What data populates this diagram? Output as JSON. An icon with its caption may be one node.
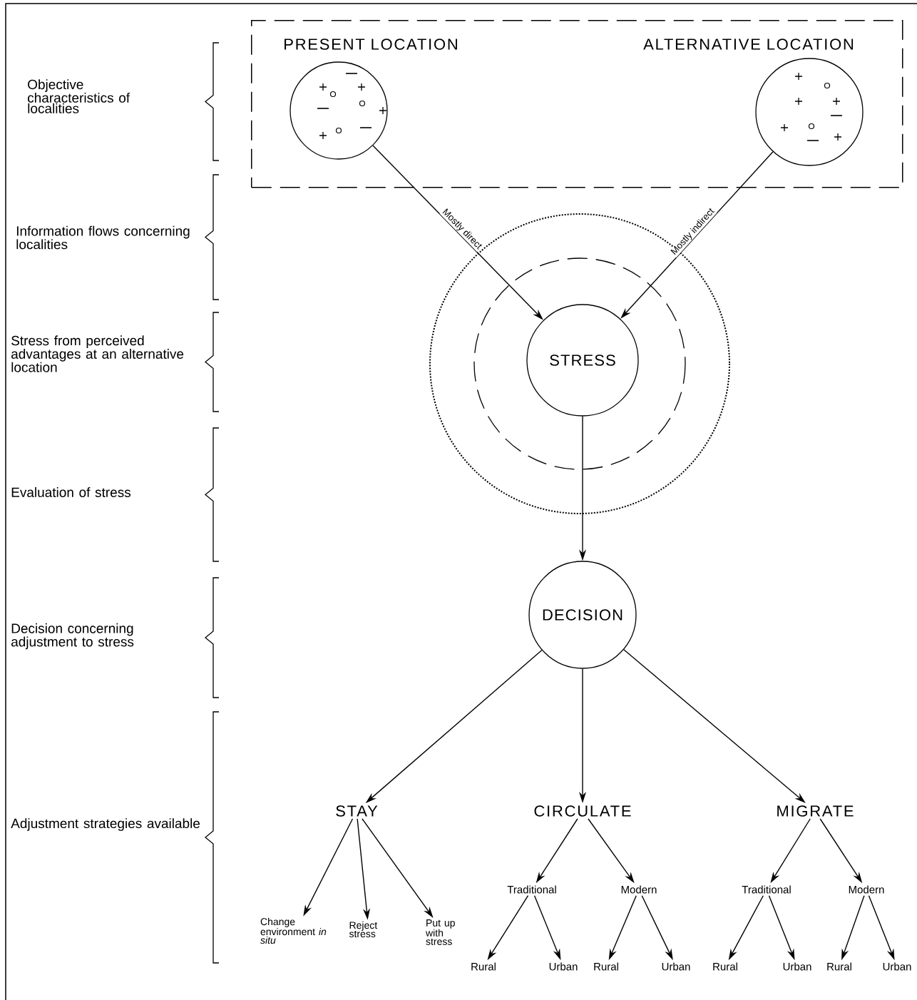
{
  "diagram": {
    "nodes": [
      {
        "text": [],
        "shape": "box"
      },
      {
        "text": [
          "PRESENT LOCATION"
        ],
        "in": 0
      },
      {
        "text": [
          "ALTERNATIVE LOCATION"
        ],
        "in": 0
      },
      {
        "text": [
          "STRESS"
        ]
      },
      {
        "text": [
          "DECISION"
        ]
      },
      {
        "text": [
          "STAY"
        ]
      },
      {
        "text": [
          "CIRCULATE"
        ]
      },
      {
        "text": [
          "MIGRATE"
        ]
      },
      {
        "text": [
          "Change environment *in situ*"
        ]
      },
      {
        "text": [
          "Reject stress"
        ]
      },
      {
        "text": [
          "Put up with stress"
        ]
      },
      {
        "text": [
          "Traditional"
        ]
      },
      {
        "text": [
          "Modern"
        ]
      },
      {
        "text": [
          "Traditional"
        ]
      },
      {
        "text": [
          "Modern"
        ]
      },
      {
        "text": [
          "Rural"
        ]
      },
      {
        "text": [
          "Urban"
        ]
      },
      {
        "text": [
          "Rural"
        ]
      },
      {
        "text": [
          "Urban"
        ]
      },
      {
        "text": [
          "Rural"
        ]
      },
      {
        "text": [
          "Urban"
        ]
      },
      {
        "text": [
          "Rural"
        ]
      },
      {
        "text": [
          "Urban"
        ]
      }
    ],
    "edges": [
      {
        "from": 1,
        "to": 3,
        "arrow": "to",
        "label": "Mostly direct"
      },
      {
        "from": 2,
        "to": 3,
        "arrow": "to",
        "label": "Mostly indirect"
      },
      {
        "from": 3,
        "to": 4,
        "arrow": "to"
      },
      {
        "from": 4,
        "to": 5,
        "arrow": "to"
      },
      {
        "from": 4,
        "to": 6,
        "arrow": "to"
      },
      {
        "from": 4,
        "to": 7,
        "arrow": "to"
      },
      {
        "from": 5,
        "to": 8,
        "arrow": "to"
      },
      {
        "from": 5,
        "to": 9,
        "arrow": "to"
      },
      {
        "from": 5,
        "to": 10,
        "arrow": "to"
      },
      {
        "from": 6,
        "to": 11,
        "arrow": "to"
      },
      {
        "from": 6,
        "to": 12,
        "arrow": "to"
      },
      {
        "from": 7,
        "to": 13,
        "arrow": "to"
      },
      {
        "from": 7,
        "to": 14,
        "arrow": "to"
      },
      {
        "from": 11,
        "to": 15,
        "arrow": "to"
      },
      {
        "from": 11,
        "to": 16,
        "arrow": "to"
      },
      {
        "from": 12,
        "to": 17,
        "arrow": "to"
      },
      {
        "from": 12,
        "to": 18,
        "arrow": "to"
      },
      {
        "from": 13,
        "to": 19,
        "arrow": "to"
      },
      {
        "from": 13,
        "to": 20,
        "arrow": "to"
      },
      {
        "from": 14,
        "to": 21,
        "arrow": "to"
      },
      {
        "from": 14,
        "to": 22,
        "arrow": "to"
      }
    ],
    "labels": [
      "Objective characteristics of localities",
      "Information flows concerning localities",
      "Stress from perceived advantages at an alternative location",
      "Evaluation of stress",
      "Decision concerning adjustment to stress",
      "Adjustment strategies available"
    ]
  }
}
